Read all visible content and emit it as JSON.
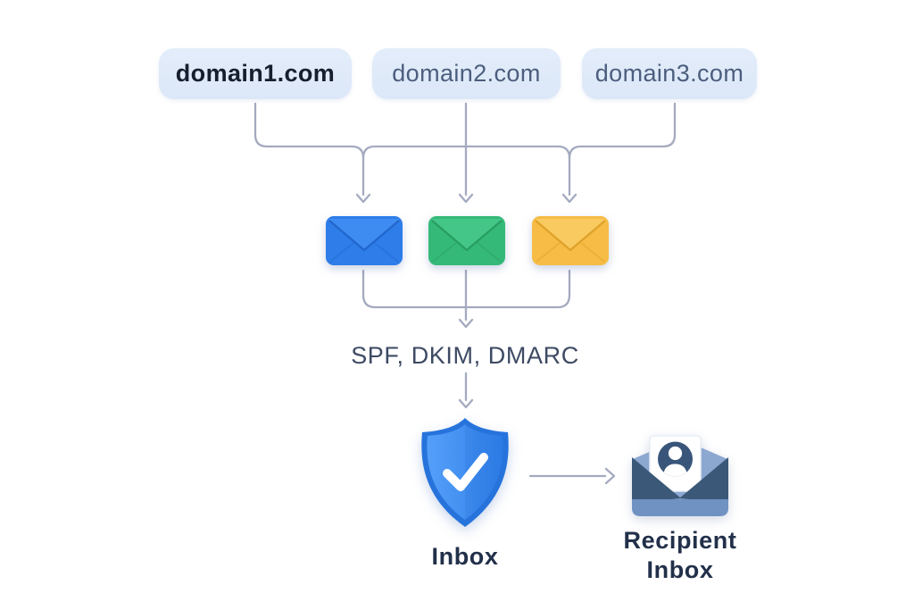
{
  "diagram": {
    "title_semantics": "Email authentication flow from sending domains to recipient inbox",
    "domains": [
      {
        "label": "domain1.com",
        "emphasis": "bold"
      },
      {
        "label": "domain2.com",
        "emphasis": "regular"
      },
      {
        "label": "domain3.com",
        "emphasis": "regular"
      }
    ],
    "envelopes": [
      {
        "name": "blue-mail",
        "color": "#2e7de9"
      },
      {
        "name": "green-mail",
        "color": "#35b979"
      },
      {
        "name": "yellow-mail",
        "color": "#f6bc45"
      }
    ],
    "auth_label": "SPF, DKIM, DMARC",
    "shield": {
      "label": "Inbox",
      "color": "#2e82ee",
      "check_color": "#ffffff"
    },
    "recipient": {
      "label_line1": "Recipient",
      "label_line2": "Inbox"
    },
    "colors": {
      "background": "#ffffff",
      "connector": "#a4aabf",
      "pill_background": "#dfe9f8",
      "pill_text_primary": "#161f2e",
      "pill_text_secondary": "#4c5e7e",
      "auth_text": "#3e4a63",
      "label_text": "#22304a",
      "recipient_envelope_dark": "#3b5878",
      "recipient_envelope_light": "#8ca7d0",
      "recipient_envelope_front": "#6f92c2"
    }
  }
}
